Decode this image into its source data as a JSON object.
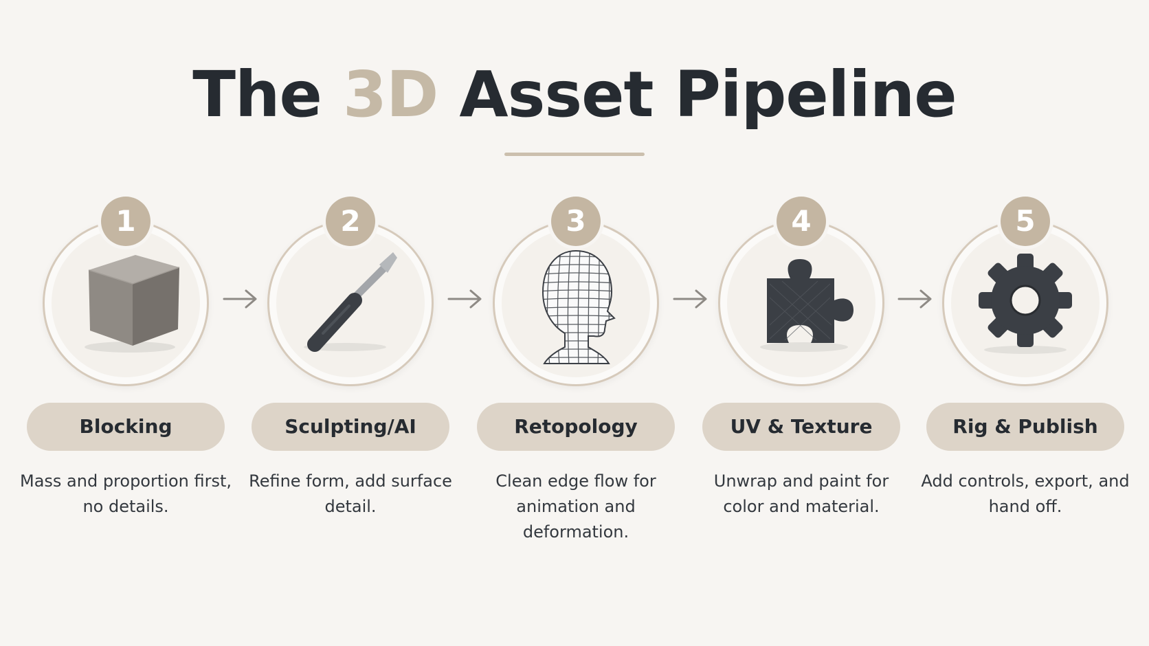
{
  "title": {
    "before": "The ",
    "accent": "3D",
    "after": " Asset Pipeline"
  },
  "colors": {
    "accent": "#c5b9a6",
    "text": "#262b31",
    "badge": "#c4b6a2",
    "pill": "#ddd4c8",
    "icon_dark": "#3b3f45"
  },
  "steps": [
    {
      "number": "1",
      "label": "Blocking",
      "description": "Mass and proportion first, no details.",
      "icon": "cube-icon"
    },
    {
      "number": "2",
      "label": "Sculpting/AI",
      "description": "Refine form, add surface detail.",
      "icon": "sculpting-tool-icon"
    },
    {
      "number": "3",
      "label": "Retopology",
      "description": "Clean edge flow for animation and deformation.",
      "icon": "wireframe-head-icon"
    },
    {
      "number": "4",
      "label": "UV & Texture",
      "description": "Unwrap and paint for color and material.",
      "icon": "puzzle-piece-icon"
    },
    {
      "number": "5",
      "label": "Rig & Publish",
      "description": "Add controls, export, and hand off.",
      "icon": "gear-icon"
    }
  ]
}
